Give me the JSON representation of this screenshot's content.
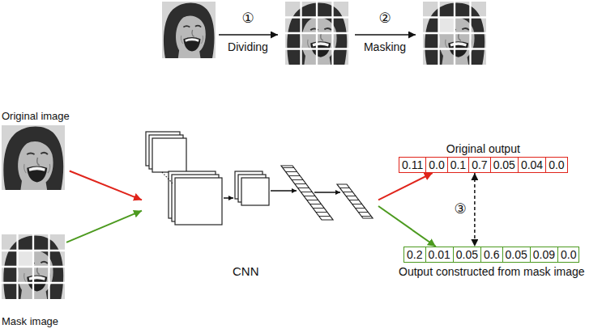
{
  "diagram": {
    "nodes": [
      {
        "text": [
          "Original image"
        ]
      },
      {
        "text": [
          "Mask image"
        ]
      },
      {
        "text": [
          "CNN"
        ]
      },
      {
        "text": [
          "Original output"
        ]
      },
      {
        "text": [
          "0.11"
        ],
        "in": 3
      },
      {
        "text": [
          "0.0"
        ],
        "in": 3
      },
      {
        "text": [
          "0.1"
        ],
        "in": 3
      },
      {
        "text": [
          "0.7"
        ],
        "in": 3
      },
      {
        "text": [
          "0.05"
        ],
        "in": 3
      },
      {
        "text": [
          "0.04"
        ],
        "in": 3
      },
      {
        "text": [
          "0.0"
        ],
        "in": 3
      },
      {
        "text": [
          "Output constructed from mask image"
        ]
      },
      {
        "text": [
          "0.2"
        ],
        "in": 11
      },
      {
        "text": [
          "0.01"
        ],
        "in": 11
      },
      {
        "text": [
          "0.05"
        ],
        "in": 11
      },
      {
        "text": [
          "0.6"
        ],
        "in": 11
      },
      {
        "text": [
          "0.05"
        ],
        "in": 11
      },
      {
        "text": [
          "0.09"
        ],
        "in": 11
      },
      {
        "text": [
          "0.0"
        ],
        "in": 11
      }
    ],
    "edges": [
      {
        "from": 0,
        "to": 2,
        "arrow": "to"
      },
      {
        "from": 1,
        "to": 2,
        "arrow": "to"
      },
      {
        "from": 2,
        "to": 3,
        "arrow": "to"
      },
      {
        "from": 2,
        "to": 11,
        "arrow": "to"
      },
      {
        "from": 3,
        "to": 11,
        "arrow": "both",
        "label": "③"
      }
    ],
    "labels": [
      "①",
      "Dividing",
      "②",
      "Masking"
    ]
  }
}
